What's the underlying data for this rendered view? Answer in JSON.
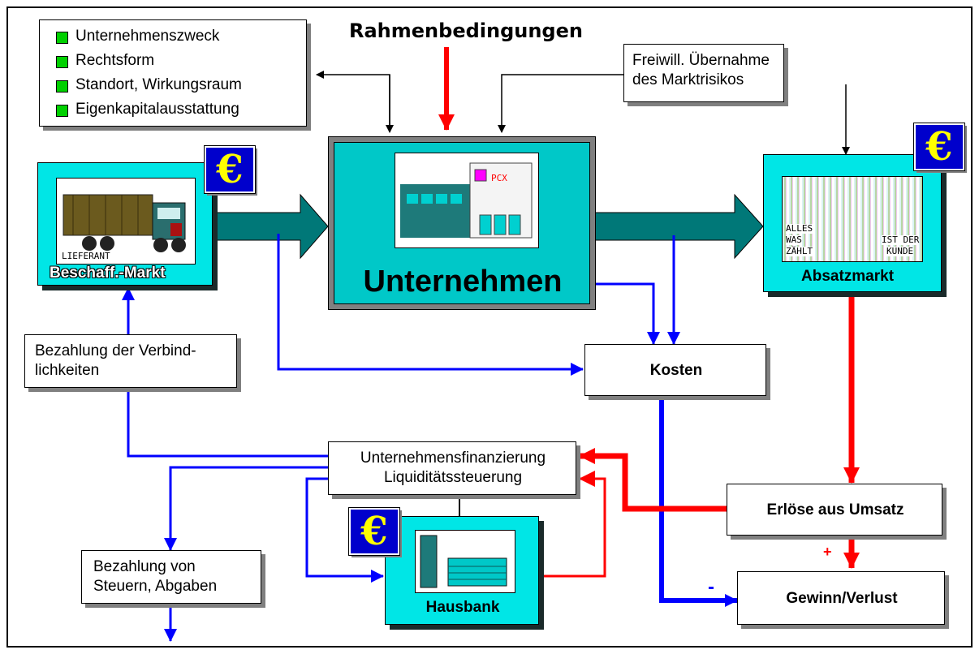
{
  "title": "Rahmenbedingungen",
  "conditions": {
    "items": [
      "Unternehmenszweck",
      "Rechtsform",
      "Standort, Wirkungsraum",
      "Eigenkapitalausstattung"
    ]
  },
  "risk_box": {
    "line1": "Freiwill. Übernahme",
    "line2": "des Marktrisikos"
  },
  "procurement": {
    "label": "Beschaff.-Markt",
    "image_caption": "LIEFERANT"
  },
  "company": {
    "label": "Unternehmen",
    "building_sign": "PCX"
  },
  "sales": {
    "label": "Absatzmarkt",
    "image_left": [
      "ALLES",
      "WAS",
      "ZÄHLT"
    ],
    "image_right": [
      "IST DER",
      "KUNDE"
    ]
  },
  "payment_liabilities": {
    "line1": "Bezahlung der Verbind-",
    "line2": "lichkeiten"
  },
  "costs": {
    "label": "Kosten"
  },
  "financing": {
    "line1": "Unternehmensfinanzierung",
    "line2": "Liquiditätssteuerung"
  },
  "revenue": {
    "label": "Erlöse aus Umsatz"
  },
  "profit": {
    "label": "Gewinn/Verlust",
    "plus_sign": "+",
    "minus_sign": "-"
  },
  "taxes": {
    "line1": "Bezahlung von",
    "line2": "Steuern, Abgaben"
  },
  "bank": {
    "label": "Hausbank"
  },
  "currency_symbol": "€",
  "colors": {
    "teal": "#00e6e6",
    "flow_teal": "#007878",
    "blue": "#0000ff",
    "red": "#ff0000",
    "euro_bg": "#0000cc",
    "euro_fg": "#ffff00"
  }
}
